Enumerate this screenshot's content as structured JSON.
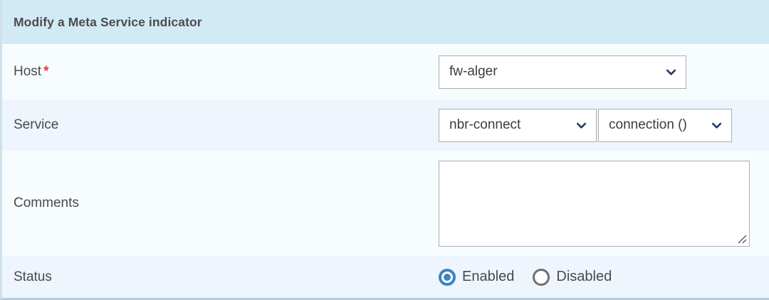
{
  "header": {
    "title": "Modify a Meta Service indicator"
  },
  "colors": {
    "header_bg": "#d2eaf5",
    "row_light": "#f7fcfe",
    "row_dark": "#eef5fc",
    "required_star": "#e8343c",
    "chevron": "#23395d",
    "radio_selected": "#3a84c4",
    "radio_unselected": "#6f6f6f",
    "field_border": "#adadad",
    "label_text": "#4a4a4a"
  },
  "rows": {
    "host": {
      "label": "Host",
      "required_marker": "*",
      "select_value": "fw-alger",
      "chevron_icon": "chevron-down-icon"
    },
    "service": {
      "label": "Service",
      "service_value": "nbr-connect",
      "metric_value": "connection ()",
      "chevron_icon": "chevron-down-icon"
    },
    "comments": {
      "label": "Comments",
      "value": "",
      "placeholder": "",
      "resize_icon": "resize-grip-icon"
    },
    "status": {
      "label": "Status",
      "options": [
        {
          "label": "Enabled",
          "selected": true
        },
        {
          "label": "Disabled",
          "selected": false
        }
      ]
    }
  }
}
